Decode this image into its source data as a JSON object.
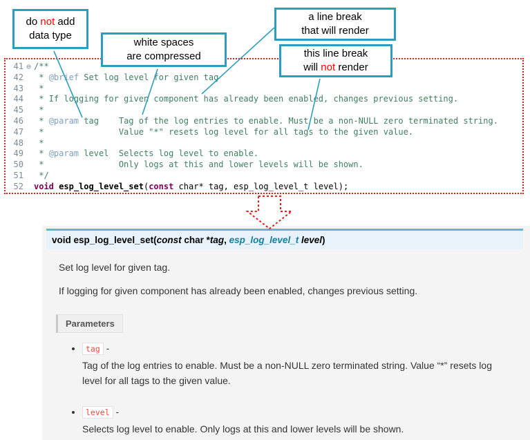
{
  "callouts": [
    {
      "segments": [
        {
          "text": "do "
        },
        {
          "text": "not",
          "red": true
        },
        {
          "text": " add\ndata type"
        }
      ]
    },
    {
      "segments": [
        {
          "text": "white spaces\nare compressed"
        }
      ]
    },
    {
      "segments": [
        {
          "text": "a line break\nthat will render"
        }
      ]
    },
    {
      "segments": [
        {
          "text": "this line break\nwill "
        },
        {
          "text": "not",
          "red": true
        },
        {
          "text": " render"
        }
      ]
    }
  ],
  "code": {
    "lines": [
      {
        "num": "41",
        "fold": "⊖",
        "segments": [
          {
            "text": "/**",
            "cls": "comment"
          }
        ]
      },
      {
        "num": "42",
        "segments": [
          {
            "text": " * ",
            "cls": "comment"
          },
          {
            "text": "@brief",
            "cls": "doctag"
          },
          {
            "text": " Set log level for given tag",
            "cls": "comment"
          }
        ]
      },
      {
        "num": "43",
        "segments": [
          {
            "text": " *",
            "cls": "comment"
          }
        ]
      },
      {
        "num": "44",
        "segments": [
          {
            "text": " * If logging for given component has already been enabled, changes previous setting.",
            "cls": "comment"
          }
        ]
      },
      {
        "num": "45",
        "segments": [
          {
            "text": " *",
            "cls": "comment"
          }
        ]
      },
      {
        "num": "46",
        "segments": [
          {
            "text": " * ",
            "cls": "comment"
          },
          {
            "text": "@param",
            "cls": "doctag"
          },
          {
            "text": " tag    Tag of the log entries to enable. Must be a non-NULL zero terminated string.",
            "cls": "comment"
          }
        ]
      },
      {
        "num": "47",
        "segments": [
          {
            "text": " *               Value \"*\" resets log level for all tags to the given value.",
            "cls": "comment"
          }
        ]
      },
      {
        "num": "48",
        "segments": [
          {
            "text": " *",
            "cls": "comment"
          }
        ]
      },
      {
        "num": "49",
        "segments": [
          {
            "text": " * ",
            "cls": "comment"
          },
          {
            "text": "@param",
            "cls": "doctag"
          },
          {
            "text": " level  Selects log level to enable.",
            "cls": "comment"
          }
        ]
      },
      {
        "num": "50",
        "segments": [
          {
            "text": " *               Only logs at this and lower levels will be shown.",
            "cls": "comment"
          }
        ]
      },
      {
        "num": "51",
        "segments": [
          {
            "text": " */",
            "cls": "comment"
          }
        ]
      },
      {
        "num": "52",
        "segments": [
          {
            "text": "void",
            "cls": "keyword"
          },
          {
            "text": " ",
            "cls": "plain"
          },
          {
            "text": "esp_log_level_set",
            "cls": "func"
          },
          {
            "text": "(",
            "cls": "plain"
          },
          {
            "text": "const",
            "cls": "keyword"
          },
          {
            "text": " char* tag, esp_log_level_t level);",
            "cls": "plain"
          }
        ]
      }
    ]
  },
  "doc": {
    "signature": [
      {
        "text": "void ",
        "cls": "s-kw"
      },
      {
        "text": "esp_log_level_set",
        "cls": "s-name"
      },
      {
        "text": "(",
        "cls": "s-plain"
      },
      {
        "text": "const",
        "cls": "s-const"
      },
      {
        "text": "  char *",
        "cls": "s-plain"
      },
      {
        "text": "tag",
        "cls": "s-param"
      },
      {
        "text": ", ",
        "cls": "s-plain"
      },
      {
        "text": "esp_log_level_t",
        "cls": "s-type"
      },
      {
        "text": " ",
        "cls": "s-plain"
      },
      {
        "text": "level",
        "cls": "s-param"
      },
      {
        "text": ")",
        "cls": "s-plain"
      }
    ],
    "paragraphs": [
      "Set log level for given tag.",
      "If logging for given component has already been enabled, changes previous setting."
    ],
    "parameters_label": "Parameters",
    "params": [
      {
        "name": "tag",
        "sep": " -",
        "desc": "Tag of the log entries to enable. Must be a non-NULL zero terminated string. Value “*” resets log level for all tags to the given value."
      },
      {
        "name": "level",
        "sep": " -",
        "desc": "Selects log level to enable. Only logs at this and lower levels will be shown."
      }
    ]
  },
  "icons": {
    "fold_marker": "⊖"
  },
  "colors": {
    "callout_border_teal": "#2b9dbd",
    "annotation_red_text": "#ff0000",
    "dotted_border_red": "#e61919",
    "signature_background": "#e7f2fa",
    "signature_top_border": "#6ab0de",
    "type_link_teal": "#17809e",
    "param_name_red": "#e74c3c",
    "comment_green": "#3f7f5f",
    "doxygen_tag_blue": "#7f9fbf",
    "keyword_purple": "#7f0055",
    "doc_background": "#f4f4f4"
  }
}
